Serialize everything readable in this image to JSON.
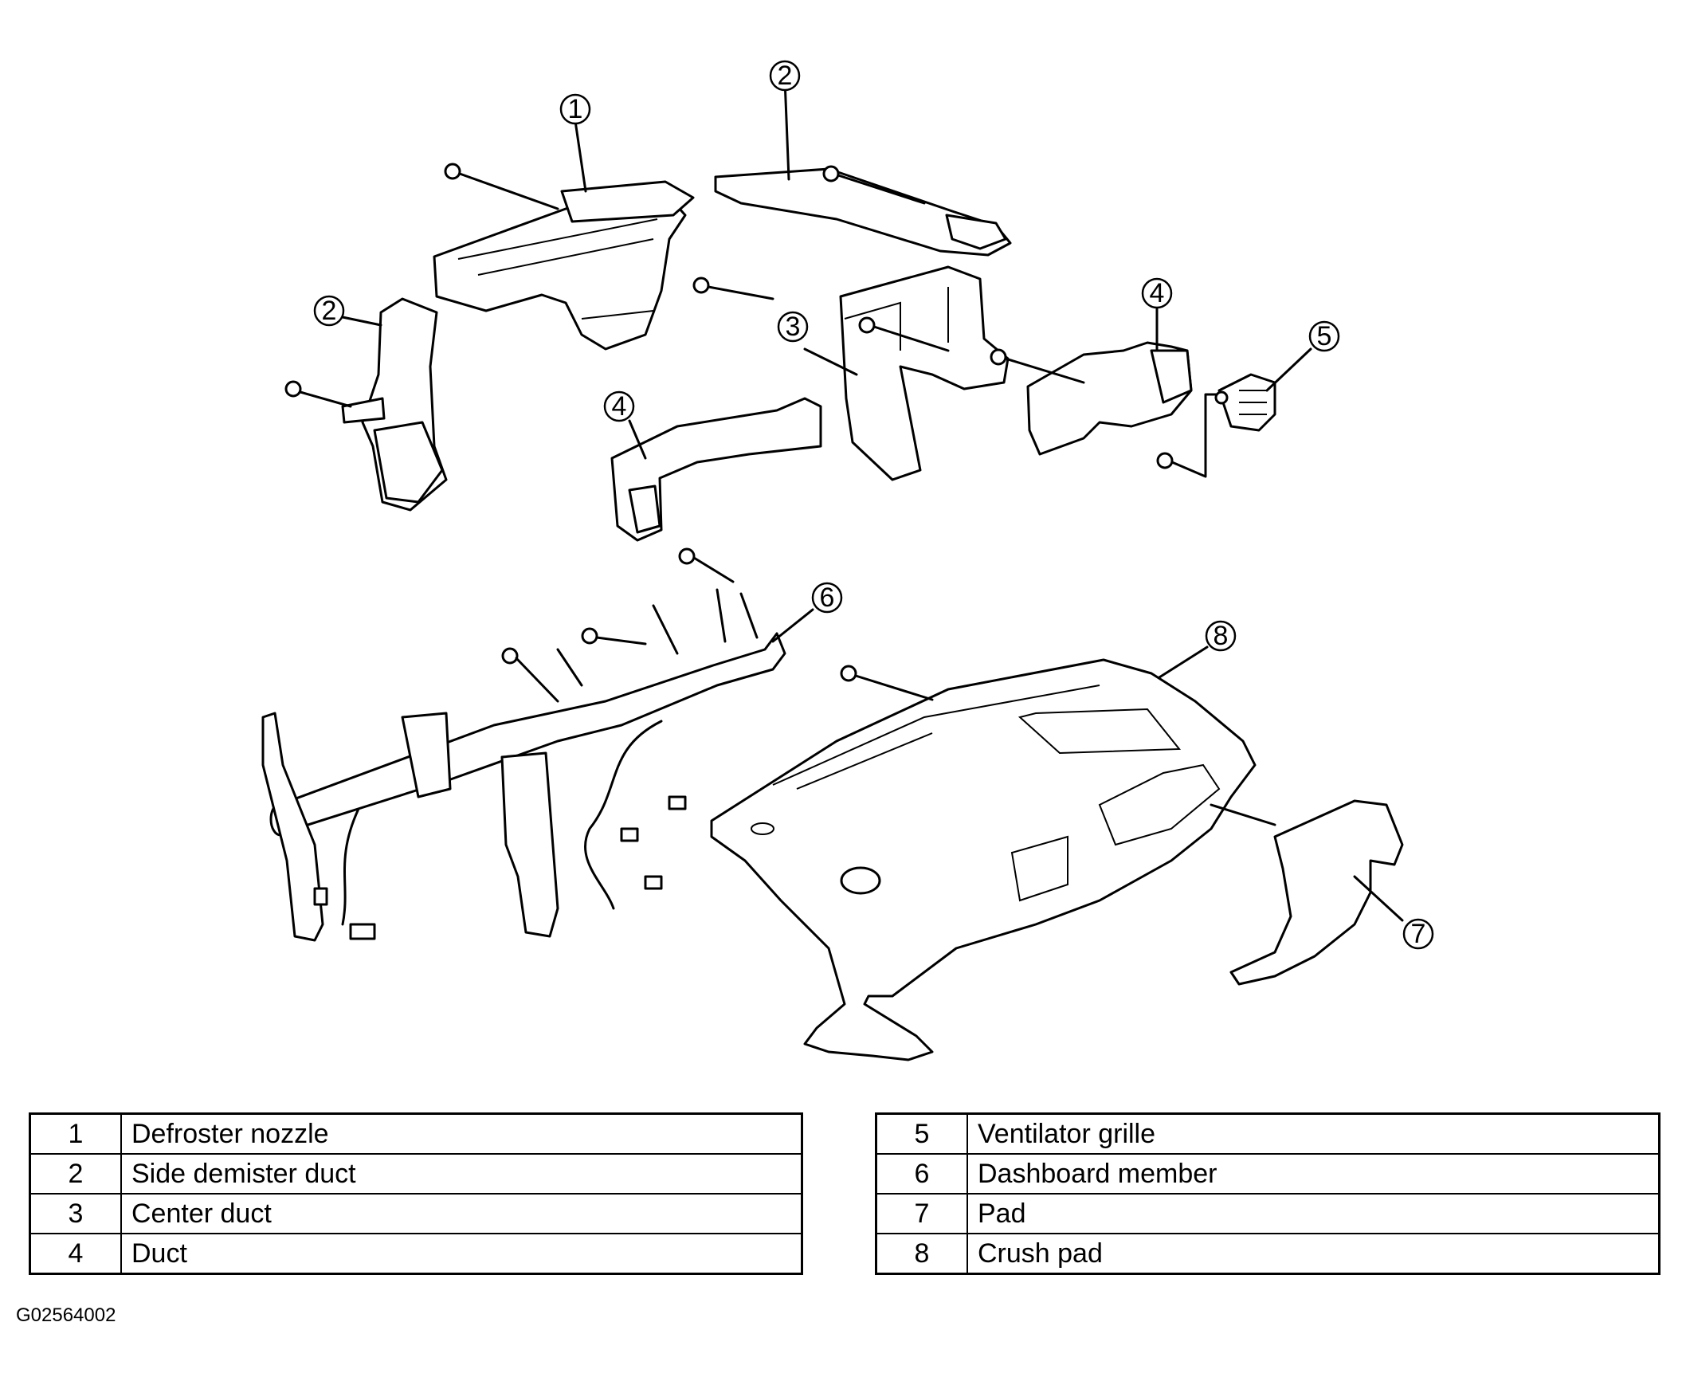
{
  "callouts": [
    "1",
    "2",
    "2",
    "3",
    "4",
    "4",
    "5",
    "6",
    "7",
    "8"
  ],
  "legend": {
    "left": [
      {
        "num": "1",
        "name": "Defroster nozzle"
      },
      {
        "num": "2",
        "name": "Side demister duct"
      },
      {
        "num": "3",
        "name": "Center duct"
      },
      {
        "num": "4",
        "name": "Duct"
      }
    ],
    "right": [
      {
        "num": "5",
        "name": "Ventilator grille"
      },
      {
        "num": "6",
        "name": "Dashboard member"
      },
      {
        "num": "7",
        "name": "Pad"
      },
      {
        "num": "8",
        "name": "Crush pad"
      }
    ]
  },
  "figure_code": "G02564002"
}
